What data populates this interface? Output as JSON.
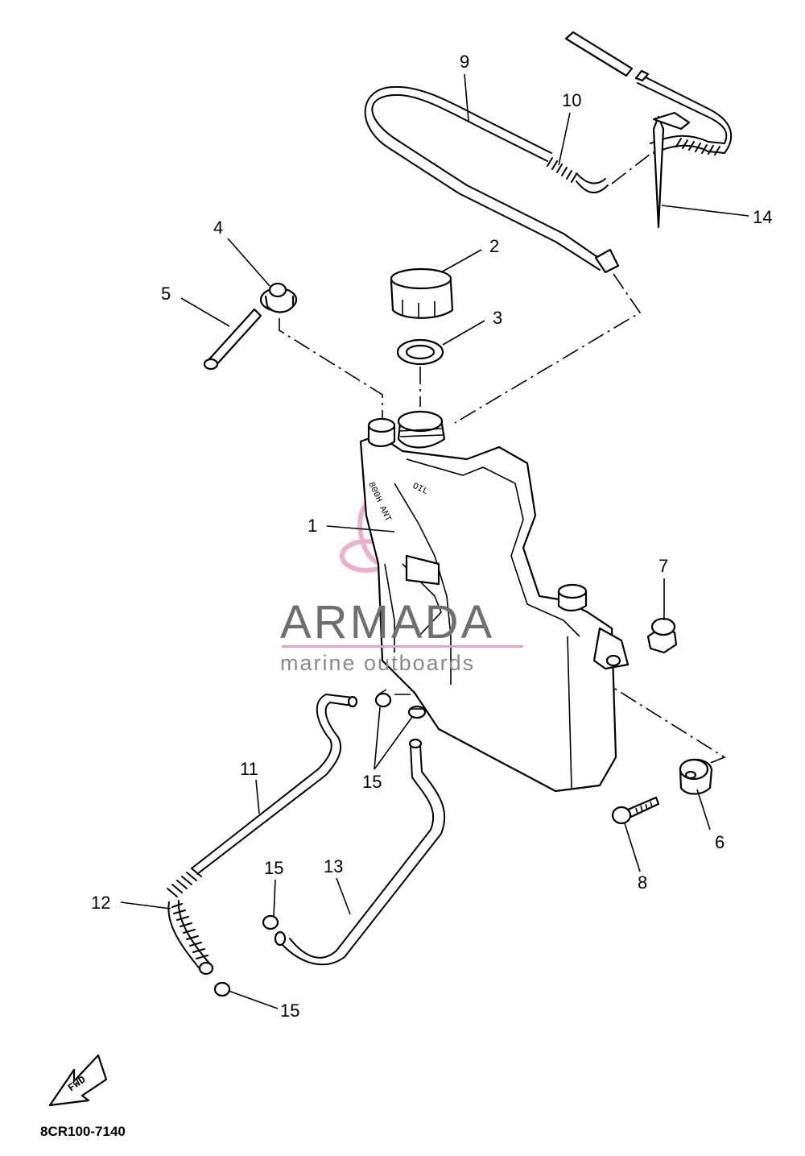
{
  "diagram_code": "8CR100-7140",
  "fwd_label": "FWD",
  "tank_markings": {
    "oil": "OIL",
    "side": "800H ANT"
  },
  "watermark": {
    "brand": "ARMADA",
    "tagline": "marine outboards",
    "pink": "#e8a3c6",
    "gray": "#6f6f6f"
  },
  "callouts": {
    "c1": "1",
    "c2": "2",
    "c3": "3",
    "c4": "4",
    "c5": "5",
    "c6": "6",
    "c7": "7",
    "c8": "8",
    "c9": "9",
    "c10": "10",
    "c11": "11",
    "c12": "12",
    "c13": "13",
    "c14": "14",
    "c15a": "15",
    "c15b": "15",
    "c15c": "15"
  }
}
